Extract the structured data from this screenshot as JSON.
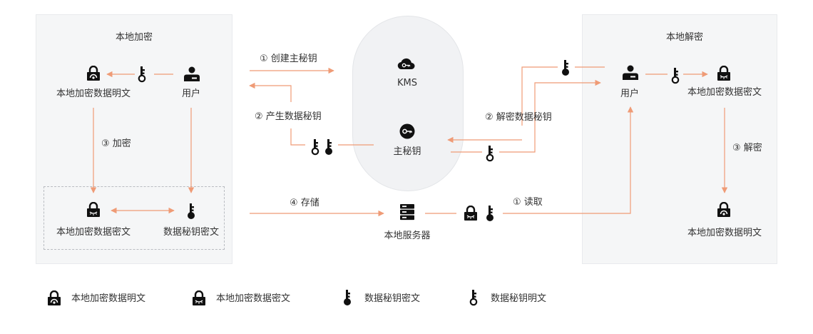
{
  "left_panel": {
    "title": "本地加密",
    "user_label": "用户",
    "plain_data_label": "本地加密数据明文",
    "step_encrypt": "③ 加密",
    "cipher_data_label": "本地加密数据密文",
    "cipher_key_label": "数据秘钥密文"
  },
  "center": {
    "step_create": "① 创建主秘钥",
    "step_generate": "② 产生数据秘钥",
    "step_store": "④ 存储",
    "kms_label": "KMS",
    "master_key_label": "主秘钥",
    "step_decrypt_key": "② 解密数据秘钥",
    "step_read": "① 读取",
    "server_label": "本地服务器"
  },
  "right_panel": {
    "title": "本地解密",
    "user_label": "用户",
    "cipher_data_label": "本地加密数据密文",
    "step_decrypt": "③ 解密",
    "plain_data_label": "本地加密数据明文"
  },
  "legend": [
    {
      "icon": "open-lock-icon",
      "label": "本地加密数据明文"
    },
    {
      "icon": "closed-lock-icon",
      "label": "本地加密数据密文"
    },
    {
      "icon": "filled-key-icon",
      "label": "数据秘钥密文"
    },
    {
      "icon": "outline-key-icon",
      "label": "数据秘钥明文"
    }
  ],
  "colors": {
    "arrow": "#ef9b76",
    "icon": "#111111",
    "panel": "#f5f6f7"
  }
}
